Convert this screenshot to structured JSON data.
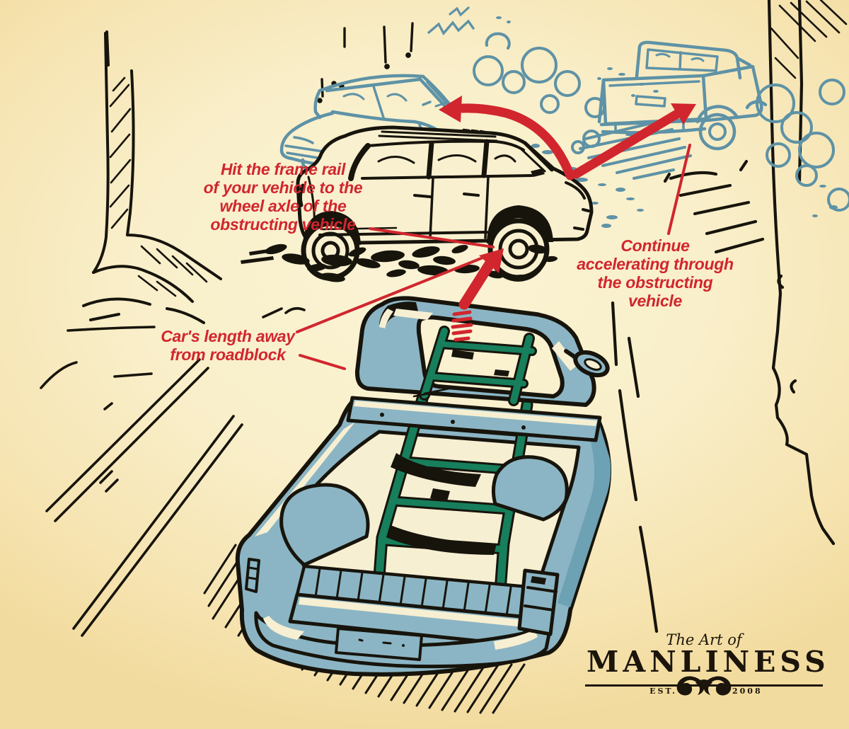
{
  "scene": {
    "description": "Hand-drawn instructional illustration: pickup truck with exposed frame ramming through a roadblock car",
    "palette": {
      "background_cream": "#f9f0cd",
      "background_edge": "#f2db9e",
      "ink_black": "#17140c",
      "sketch_blue": "#5e92a6",
      "truck_body_blue": "#8bb5c4",
      "truck_shade_blue": "#6da1b4",
      "frame_green": "#177f5b",
      "accent_red": "#d1262e",
      "highlight_cream": "#f7efd2"
    }
  },
  "annotations": {
    "hit_frame_rail": "Hit the frame rail\nof your vehicle to the\nwheel axle of the\nobstructing vehicle",
    "continue_accelerating": "Continue\naccelerating through\nthe obstructing\nvehicle",
    "cars_length": "Car's length away\nfrom roadblock"
  },
  "logo": {
    "tagline": "The Art of",
    "name": "MANLINESS",
    "est_label": "EST.",
    "year": "2008"
  }
}
